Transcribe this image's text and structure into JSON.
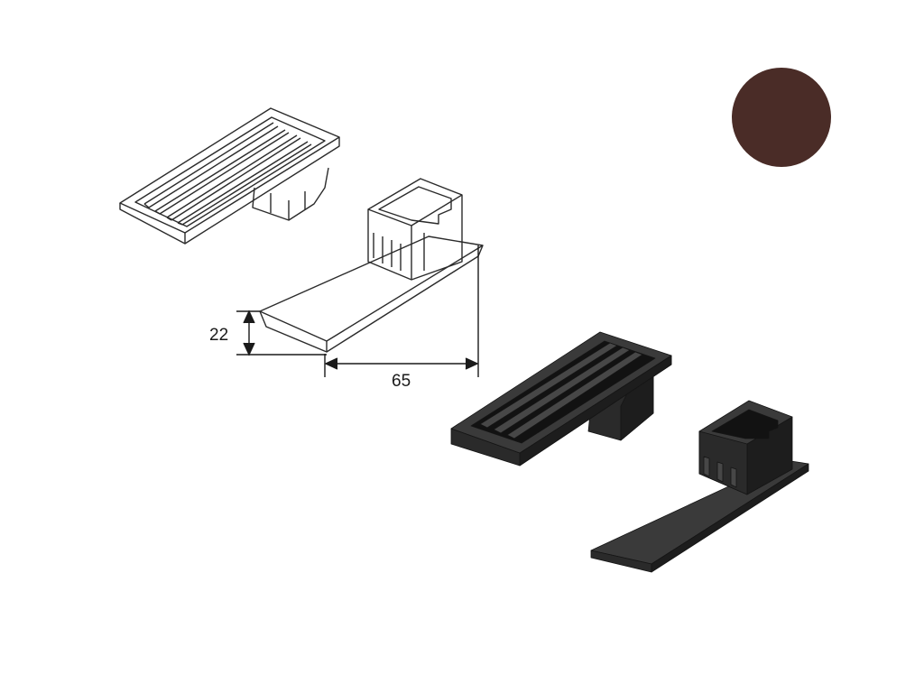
{
  "swatch": {
    "color": "#4a2c27",
    "label": ""
  },
  "dimensions": {
    "height_value": "22",
    "length_value": "65"
  },
  "colors": {
    "line_art": "#2b2b2b",
    "part_top": "#3a3a3a",
    "part_side": "#2a2a2a",
    "part_dark": "#1d1d1d",
    "groove": "#121212",
    "rib": "#474747"
  },
  "parts": [
    {
      "name": "grooved-cap",
      "style": "line-drawing"
    },
    {
      "name": "socket-plate",
      "style": "line-drawing"
    },
    {
      "name": "grooved-cap",
      "style": "dark-render"
    },
    {
      "name": "socket-plate",
      "style": "dark-render"
    }
  ]
}
